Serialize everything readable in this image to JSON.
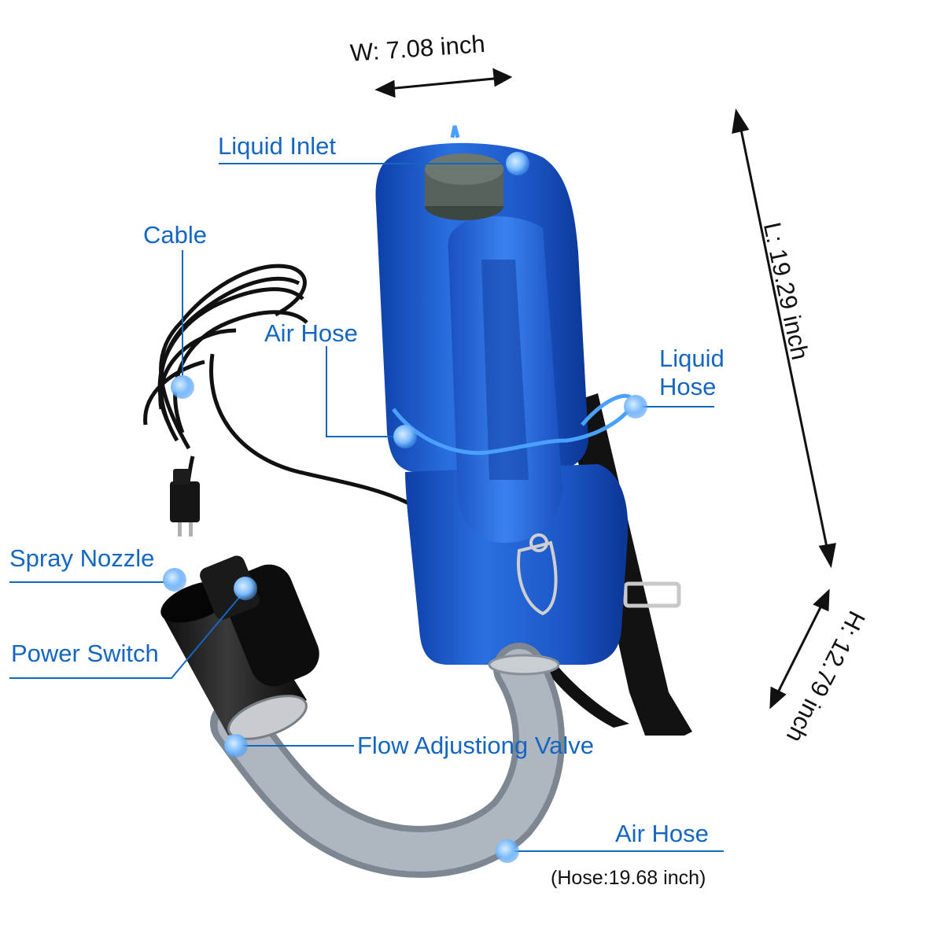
{
  "dimensions": {
    "width": "W: 7.08 inch",
    "length": "L: 19.29 inch",
    "height": "H: 12.79 inch"
  },
  "labels": {
    "liquid_inlet": "Liquid Inlet",
    "cable": "Cable",
    "air_hose_top": "Air Hose",
    "liquid_hose_1": "Liquid",
    "liquid_hose_2": "Hose",
    "spray_nozzle": "Spray Nozzle",
    "power_switch": "Power Switch",
    "flow_valve": "Flow Adjustiong Valve",
    "air_hose_bottom": "Air Hose",
    "hose_length": "(Hose:19.68 inch)"
  },
  "colors": {
    "label_text": "#1566c0",
    "tank_blue": "#1f5fd0",
    "cap_gray": "#4e5a52",
    "hose_gray": "#9aa3ad",
    "callout_dot": "#6fb3ff"
  }
}
